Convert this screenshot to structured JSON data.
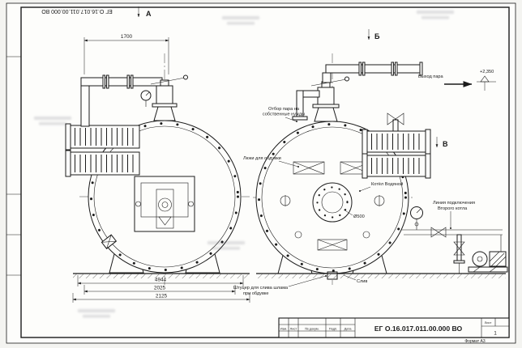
{
  "document": {
    "number": "ЕГ О.16.017.011.00.000  ВО",
    "number_top": "ЕГ О.16.017.011.00.000  ВО",
    "format": "Формат А3"
  },
  "title_block": {
    "col_izm": "Изм.",
    "col_list": "Лист",
    "col_doc": "№ докум.",
    "col_podp": "Подп.",
    "col_data": "Дата",
    "sheet_caption": "Лист",
    "sheet_value": "1"
  },
  "view_labels": {
    "a": "А",
    "b": "Б",
    "v": "В"
  },
  "annotations": {
    "steam_out": "Выход пара",
    "elevation": "+2,350",
    "own_needs_line1": "Отбор пара на",
    "own_needs_line2": "собственные нужды",
    "blow_hatches": "Люки для обдувки",
    "boiler_label": "Котёл Водяной",
    "second_line1": "Линия подключения",
    "second_line2": "Второго котла",
    "sludge_line1": "Штуцер для слива шлама",
    "sludge_line2": "при обдувке",
    "drain": "Слив",
    "manhole_dia": "Ø500"
  },
  "dimensions": {
    "header_width": "1700",
    "overall": "4944",
    "span_a": "2025",
    "span_b": "2125"
  }
}
